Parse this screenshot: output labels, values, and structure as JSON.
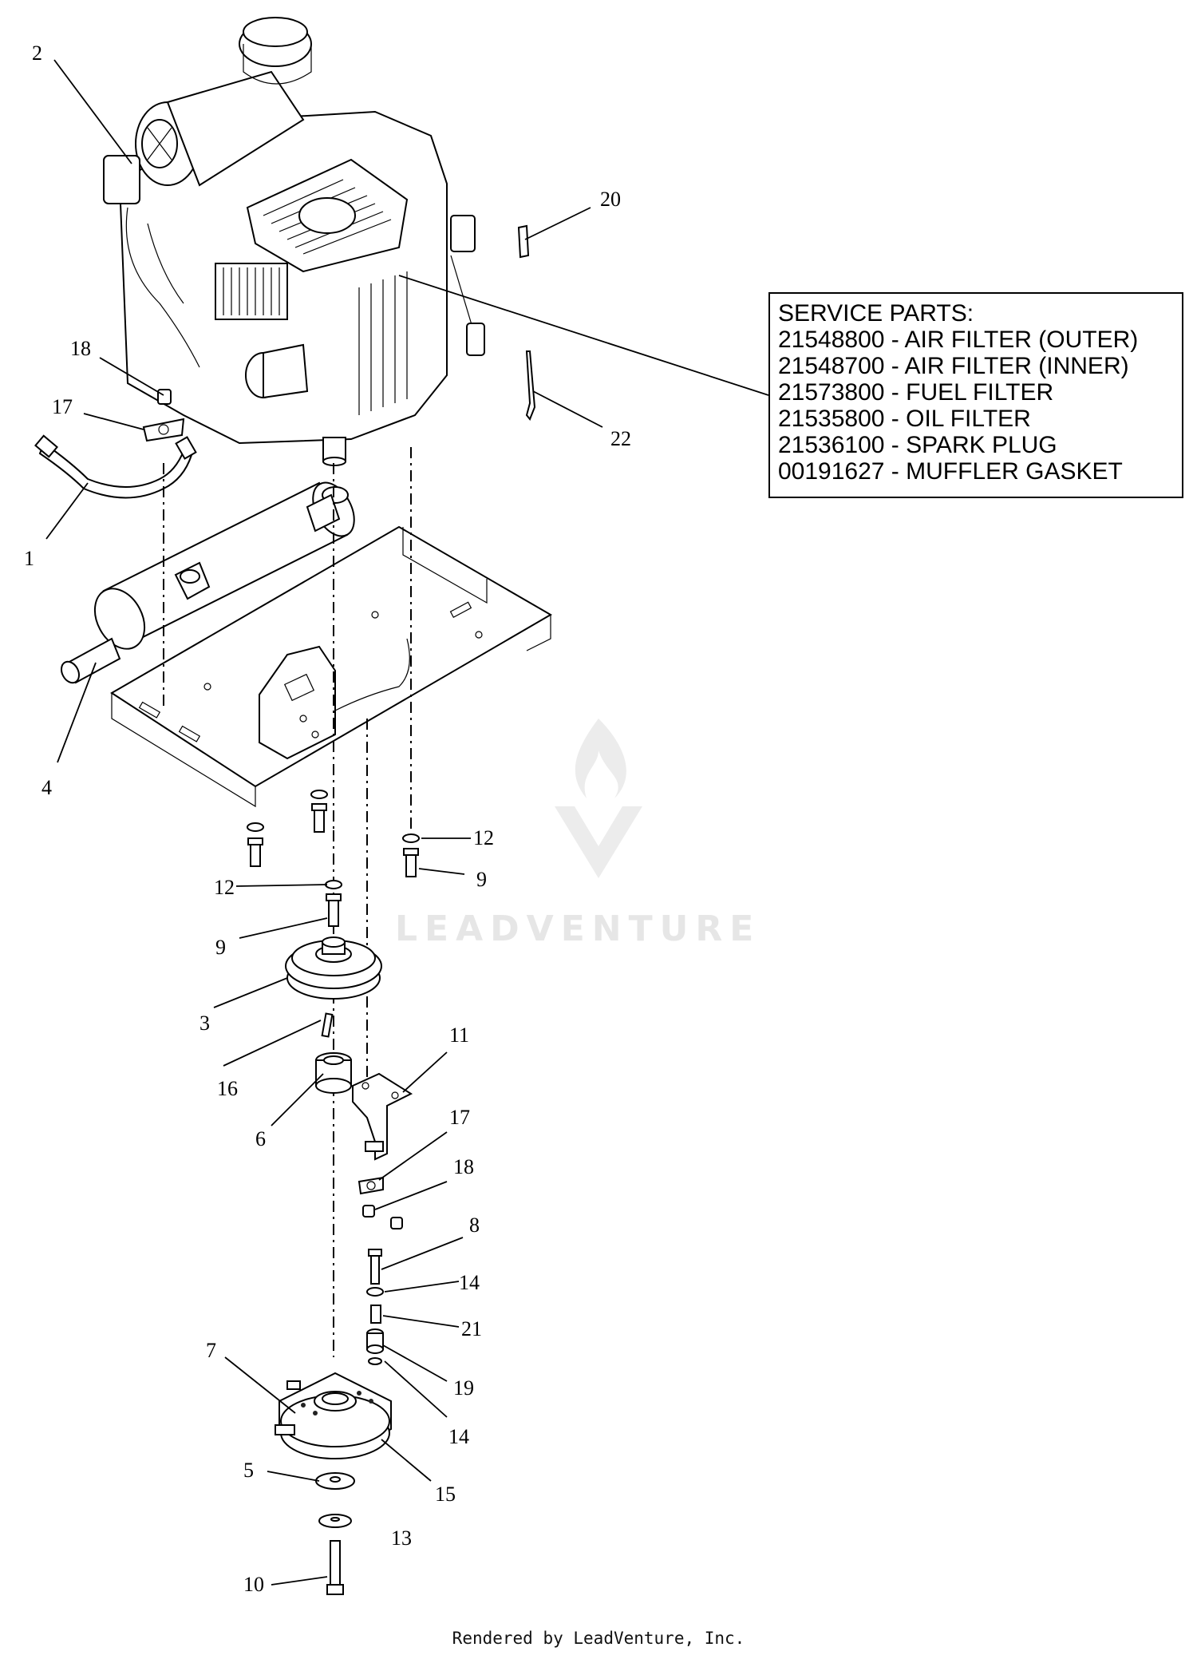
{
  "service_parts": {
    "title": "SERVICE PARTS:",
    "items": [
      "21548800 - AIR FILTER (OUTER)",
      "21548700 - AIR FILTER (INNER)",
      "21573800 - FUEL FILTER",
      "21535800 - OIL FILTER",
      "21536100 - SPARK PLUG",
      "00191627 - MUFFLER GASKET"
    ]
  },
  "callouts": {
    "c1": "1",
    "c2": "2",
    "c3": "3",
    "c4": "4",
    "c5": "5",
    "c6": "6",
    "c7": "7",
    "c8": "8",
    "c9a": "9",
    "c9b": "9",
    "c10": "10",
    "c11": "11",
    "c12a": "12",
    "c12b": "12",
    "c13": "13",
    "c14a": "14",
    "c14b": "14",
    "c15": "15",
    "c16": "16",
    "c17a": "17",
    "c17b": "17",
    "c18a": "18",
    "c18b": "18",
    "c19": "19",
    "c20": "20",
    "c21": "21",
    "c22": "22"
  },
  "watermark": "LEADVENTURE",
  "footer": "Rendered by LeadVenture, Inc."
}
